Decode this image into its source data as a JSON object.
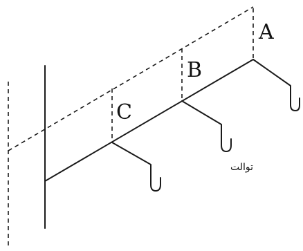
{
  "diagram": {
    "labels": {
      "a": "A",
      "b": "B",
      "c": "C"
    },
    "annotation": "توالت",
    "line_color": "#1a1a1a",
    "background": "#ffffff"
  }
}
